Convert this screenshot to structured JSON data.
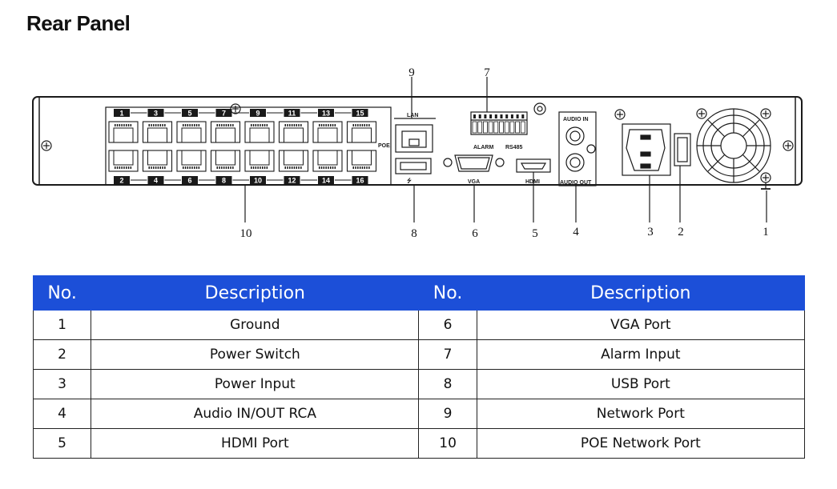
{
  "page_title": "Rear Panel",
  "diagram": {
    "callouts": [
      "1",
      "2",
      "3",
      "4",
      "5",
      "6",
      "7",
      "8",
      "9",
      "10"
    ],
    "port_labels_top": [
      "1",
      "3",
      "5",
      "7",
      "9",
      "11",
      "13",
      "15"
    ],
    "port_labels_bottom": [
      "2",
      "4",
      "6",
      "8",
      "10",
      "12",
      "14",
      "16"
    ],
    "silkscreen": {
      "poe": "POE",
      "lan": "LAN",
      "usb": "⭍",
      "vga": "VGA",
      "alarm": "ALARM",
      "rs485": "RS485",
      "hdmi": "HDMI",
      "audio_in": "AUDIO IN",
      "audio_out": "AUDIO OUT"
    }
  },
  "table": {
    "headers": [
      "No.",
      "Description",
      "No.",
      "Description"
    ],
    "rows": [
      {
        "no_left": "1",
        "desc_left": "Ground",
        "no_right": "6",
        "desc_right": "VGA Port"
      },
      {
        "no_left": "2",
        "desc_left": "Power Switch",
        "no_right": "7",
        "desc_right": "Alarm Input"
      },
      {
        "no_left": "3",
        "desc_left": "Power Input",
        "no_right": "8",
        "desc_right": "USB Port"
      },
      {
        "no_left": "4",
        "desc_left": "Audio IN/OUT RCA",
        "no_right": "9",
        "desc_right": "Network Port"
      },
      {
        "no_left": "5",
        "desc_left": "HDMI Port",
        "no_right": "10",
        "desc_right": "POE Network Port"
      }
    ]
  }
}
